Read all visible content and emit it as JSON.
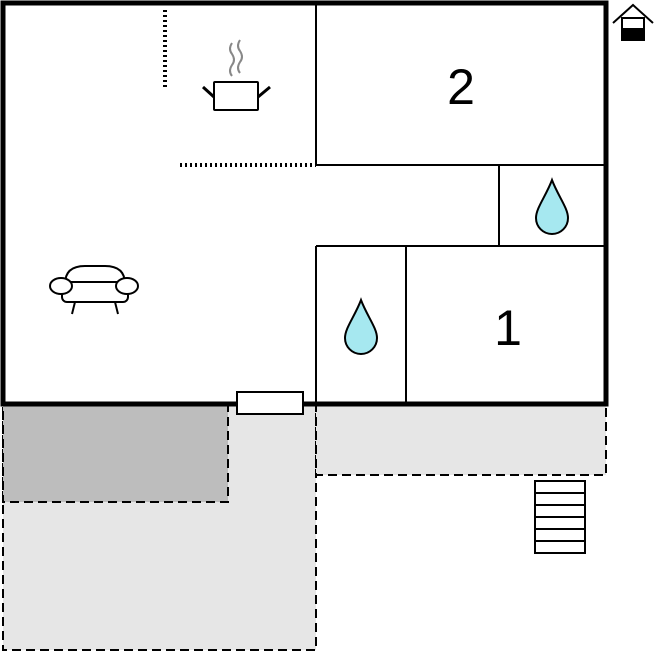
{
  "floorplan": {
    "rooms": [
      {
        "id": "bedroom-2",
        "label": "2"
      },
      {
        "id": "bedroom-1",
        "label": "1"
      }
    ],
    "icons": {
      "entrance": "house-entrance-icon",
      "kitchen": "cooking-pot-icon",
      "living": "sofa-icon",
      "bathroom": "water-drop-icon",
      "stairs": "stairs-icon"
    },
    "colors": {
      "wall": "#000000",
      "water": "#a6e8f0",
      "covered_terrace": "#bdbdbd",
      "open_terrace": "#e6e6e6",
      "background": "#ffffff"
    }
  }
}
